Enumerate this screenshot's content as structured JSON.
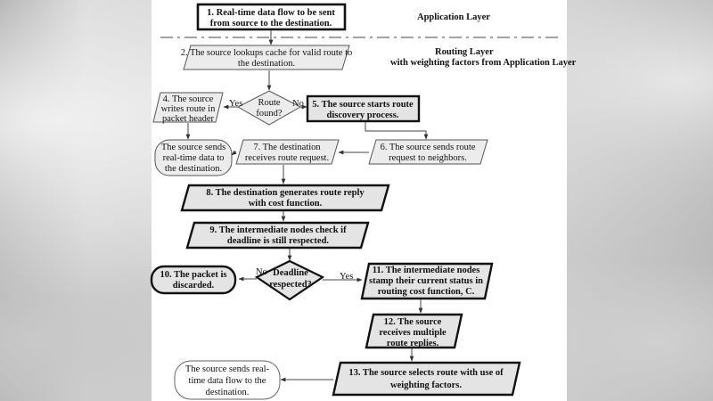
{
  "layers": {
    "application": "Application Layer",
    "routing_line1": "Routing Layer",
    "routing_line2": "with weighting factors from Application Layer"
  },
  "steps": {
    "s1": [
      "1. Real-time data flow to be sent",
      "from source to the destination."
    ],
    "s2": [
      "2. The source lookups cache for valid route to",
      "the destination."
    ],
    "route_found": [
      "Route",
      "found?"
    ],
    "yes1": "Yes",
    "no1": "No",
    "s4": [
      "4. The source",
      "writes route in",
      "packet header"
    ],
    "s5": [
      "5. The source starts route",
      "discovery process."
    ],
    "send_a": [
      "The source sends",
      "real-time data to",
      "the destination."
    ],
    "s7": [
      "7. The destination",
      "receives route request."
    ],
    "s6": [
      "6. The source sends route",
      "request to neighbors."
    ],
    "s8": [
      "8. The destination generates route reply",
      "with cost function."
    ],
    "s9": [
      "9. The intermediate nodes check if",
      "deadline is still respected."
    ],
    "s10": [
      "10. The packet is",
      "discarded."
    ],
    "no2": "No",
    "deadline": [
      "Deadline",
      "respected?"
    ],
    "yes2": "Yes",
    "s11": [
      "11. The intermediate nodes",
      "stamp their current status in",
      "routing cost function, C."
    ],
    "s12": [
      "12. The source",
      "receives multiple",
      "route replies."
    ],
    "send_b": [
      "The source sends real-",
      "time data flow to the",
      "destination."
    ],
    "s13": [
      "13. The source selects route with use of",
      "weighting factors."
    ]
  }
}
